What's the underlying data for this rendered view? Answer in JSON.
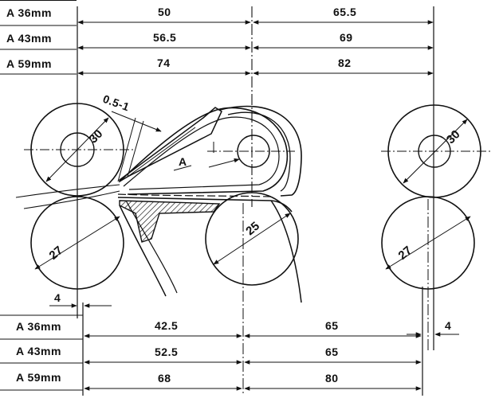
{
  "top_table": {
    "rows": [
      {
        "label": "A  36mm",
        "left": "50",
        "right": "65.5"
      },
      {
        "label": "A  43mm",
        "left": "56.5",
        "right": "69"
      },
      {
        "label": "A  59mm",
        "left": "74",
        "right": "82"
      }
    ]
  },
  "bottom_table": {
    "rows": [
      {
        "label": "A  36mm",
        "left": "42.5",
        "right": "65"
      },
      {
        "label": "A  43mm",
        "left": "52.5",
        "right": "65"
      },
      {
        "label": "A  59mm",
        "left": "68",
        "right": "80"
      }
    ]
  },
  "annotations": {
    "gap": "0.5-1",
    "zone_a": "A",
    "offset_left": "4",
    "offset_right": "4"
  },
  "rollers": {
    "upper_left": "30",
    "lower_left": "27",
    "lower_middle": "25",
    "upper_right": "30",
    "lower_right": "27"
  }
}
